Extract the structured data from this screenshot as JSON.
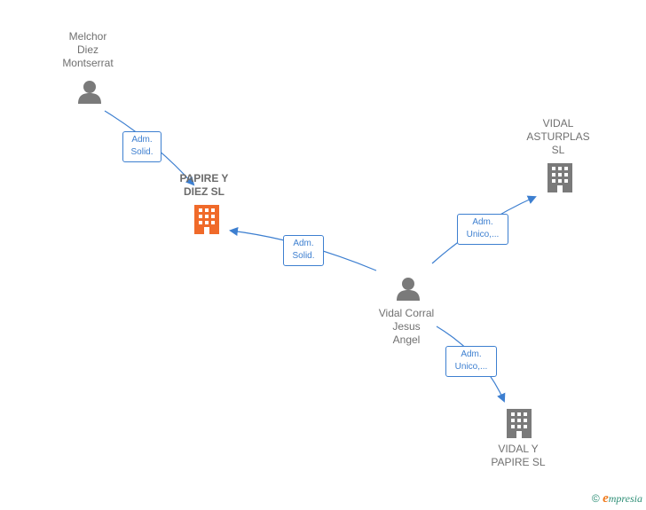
{
  "nodes": {
    "melchor": "Melchor\nDiez\nMontserrat",
    "papire_diez": "PAPIRE Y\nDIEZ  SL",
    "vidal_asturplas": "VIDAL\nASTURPLAS\nSL",
    "vidal_corral": "Vidal Corral\nJesus\nAngel",
    "vidal_papire": "VIDAL Y\nPAPIRE  SL"
  },
  "edges": {
    "melchor_to_papire": "Adm.\nSolid.",
    "vidal_to_papire": "Adm.\nSolid.",
    "vidal_to_asturplas": "Adm.\nUnico,...",
    "vidal_to_vidalpapire": "Adm.\nUnico,..."
  },
  "footer": {
    "copyright_symbol": "©",
    "brand_initial": "e",
    "brand_rest": "mpresia"
  },
  "colors": {
    "edge": "#3d7fd0",
    "person_icon": "#7a7a7a",
    "company_icon": "#7a7a7a",
    "focus_company_icon": "#f06a2a"
  }
}
